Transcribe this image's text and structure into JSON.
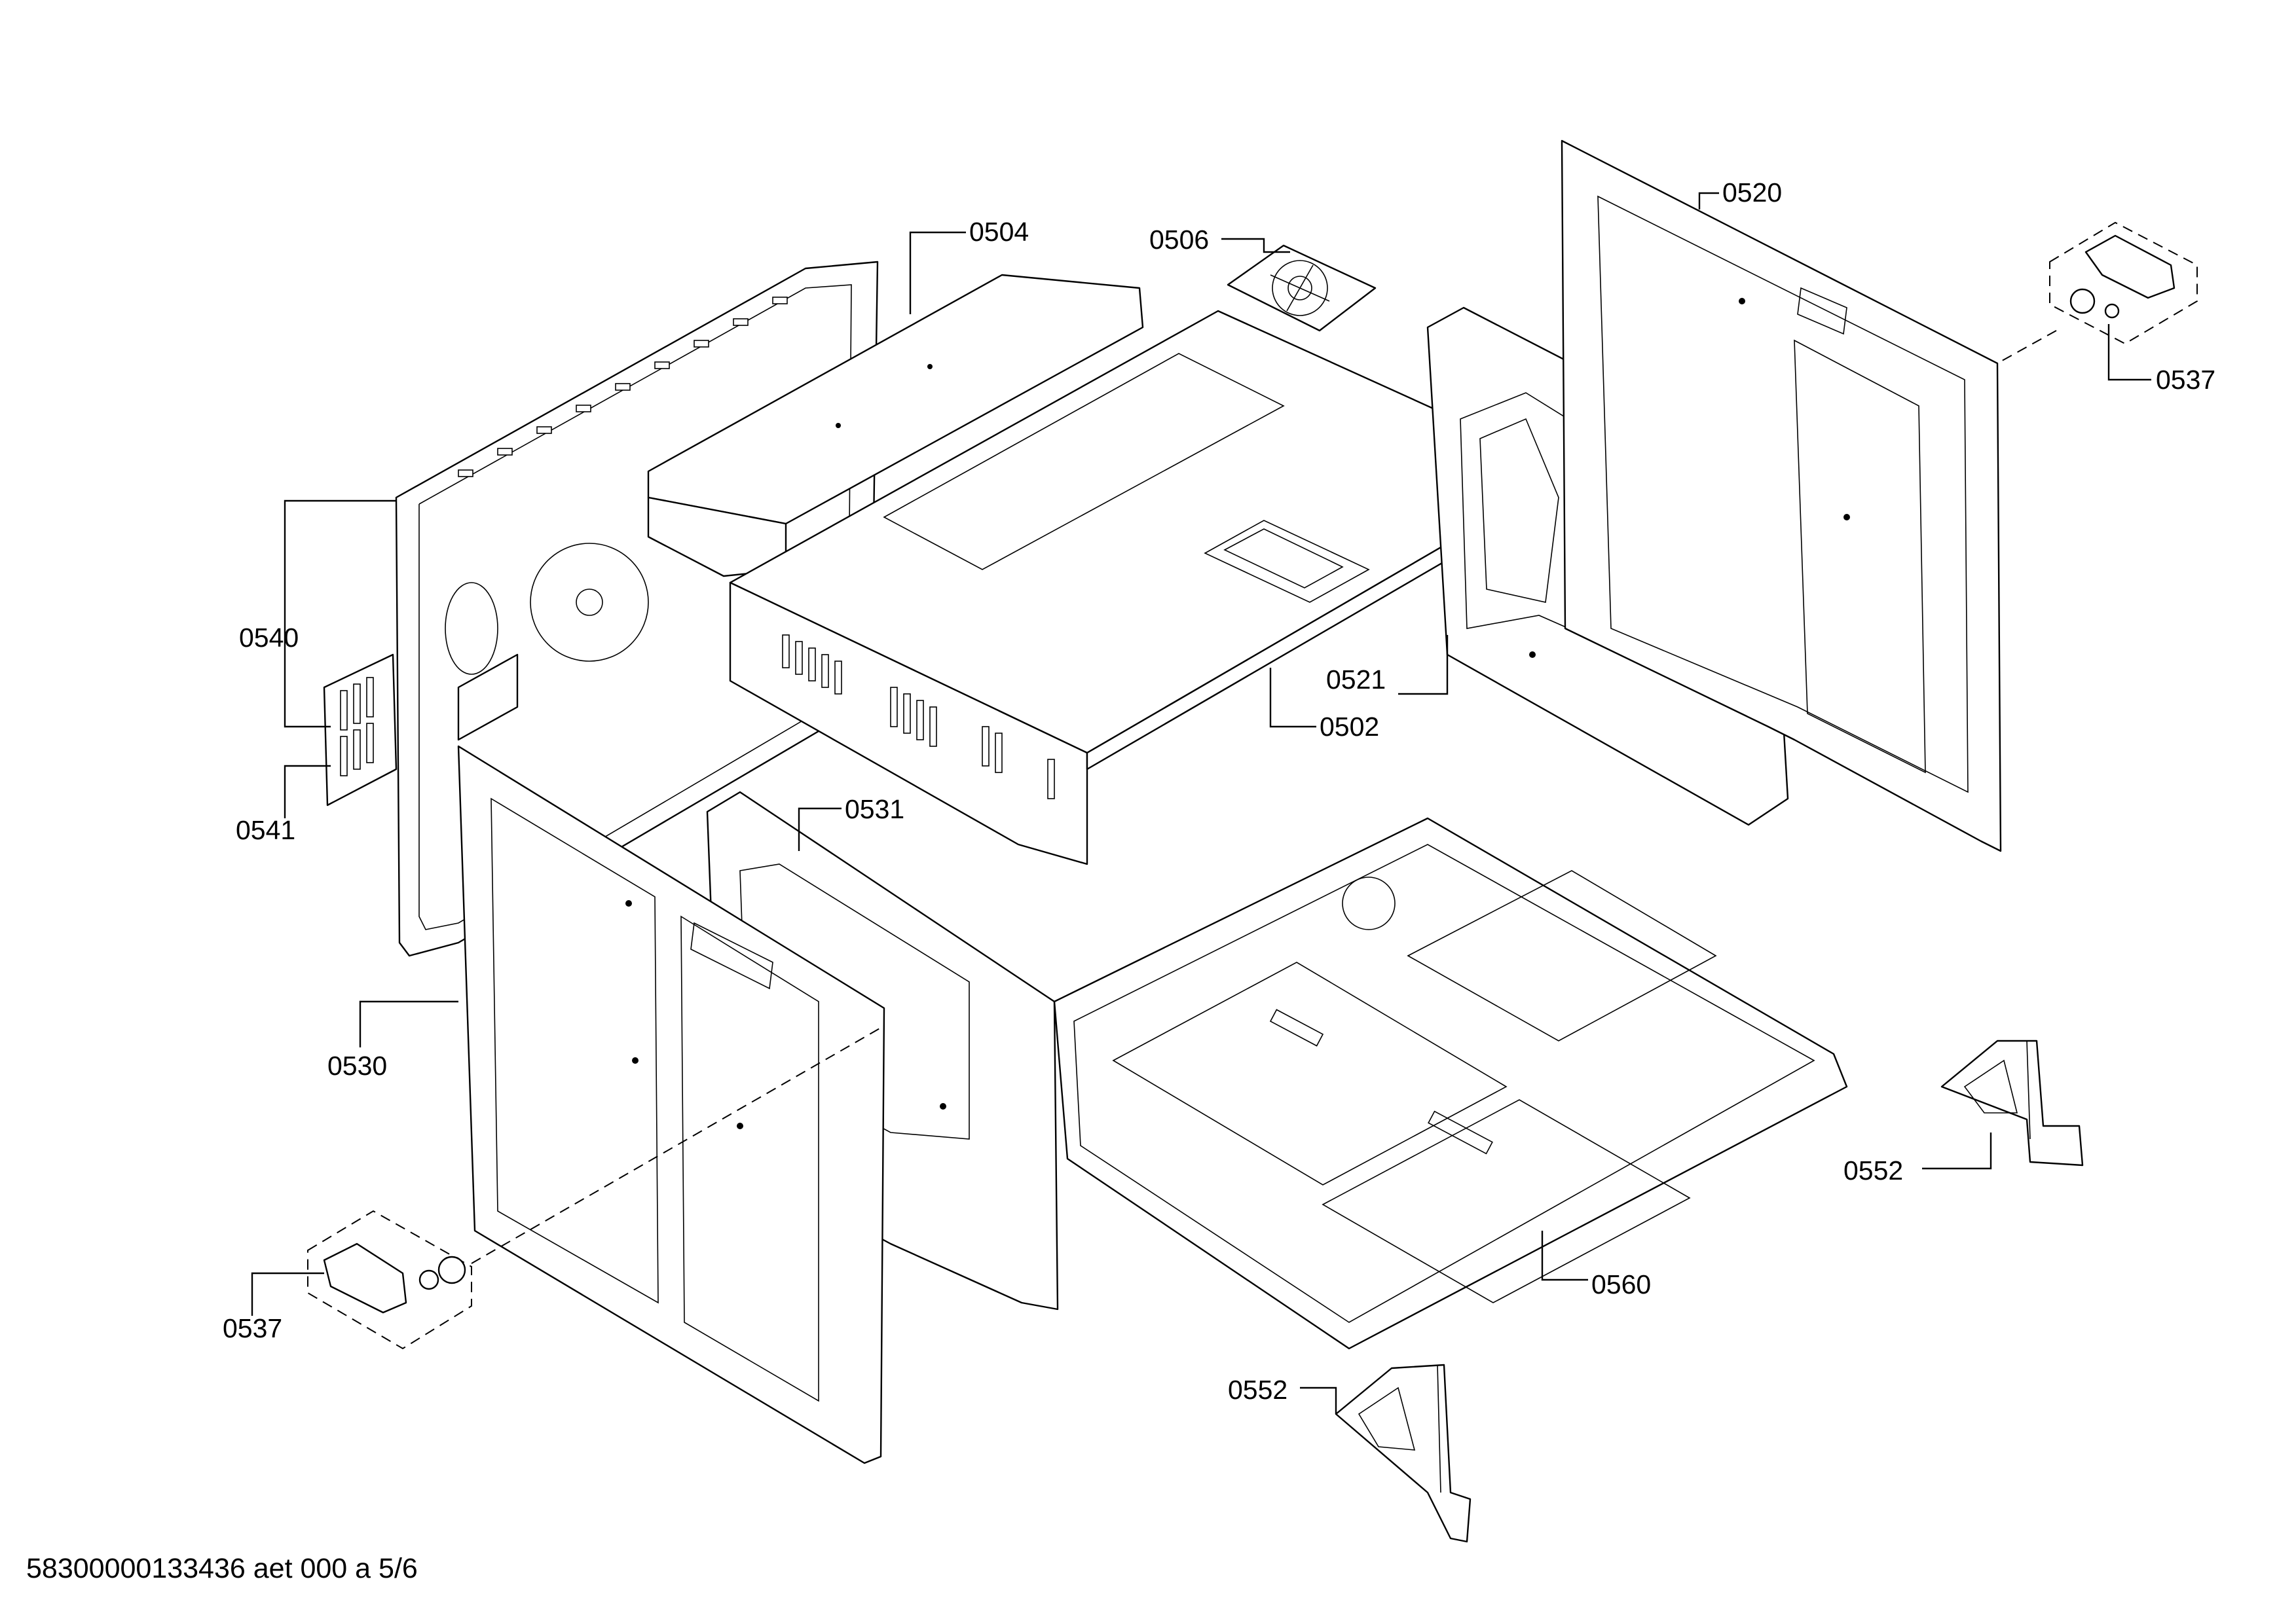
{
  "diagram": {
    "labels": {
      "p0504": "0504",
      "p0506": "0506",
      "p0520": "0520",
      "p0537_top": "0537",
      "p0540": "0540",
      "p0541": "0541",
      "p0521": "0521",
      "p0502": "0502",
      "p0531": "0531",
      "p0530": "0530",
      "p0552_right": "0552",
      "p0560": "0560",
      "p0537_bottom": "0537",
      "p0552_bottom": "0552"
    },
    "footer": "58300000133436 aet 000 a 5/6"
  }
}
